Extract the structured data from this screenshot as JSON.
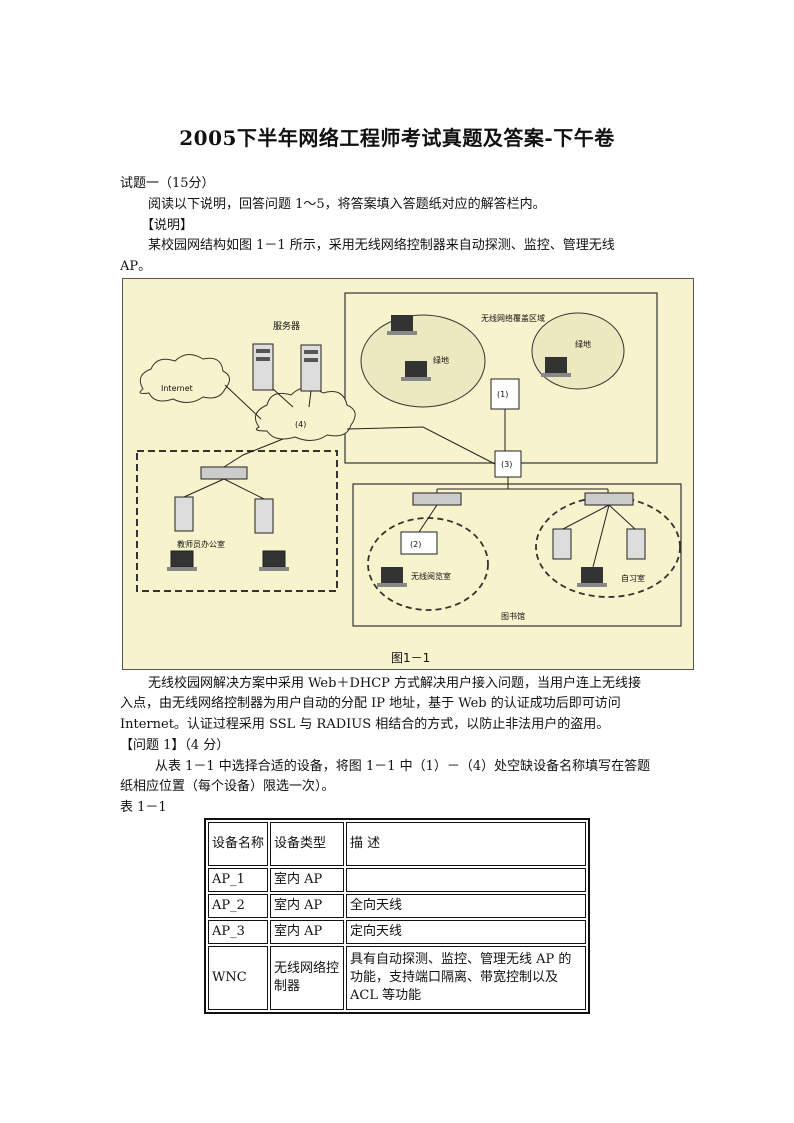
{
  "doc": {
    "title": "2005下半年网络工程师考试真题及答案-下午卷",
    "q1_header": "试题一（15分）",
    "q1_intro": "阅读以下说明，回答问题 1～5，将答案填入答题纸对应的解答栏内。",
    "section_label": "【说明】",
    "desc_line1": "某校园网结构如图 1－1 所示，采用无线网络控制器来自动探测、监控、管理无线",
    "desc_line2": "AP。",
    "after_fig_line1": "无线校园网解决方案中采用 Web＋DHCP 方式解决用户接入问题，当用户连上无线接",
    "after_fig_line2": "入点，由无线网络控制器为用户自动的分配 IP 地址，基于 Web 的认证成功后即可访问",
    "after_fig_line3": "Internet。认证过程采用 SSL 与 RADIUS 相结合的方式，以防止非法用户的盗用。",
    "question1_label": "【问题 1】（4 分）",
    "question1_line1": "从表 1－1 中选择合适的设备，将图 1－1 中（1）－（4）处空缺设备名称填写在答题",
    "question1_line2": "纸相应位置（每个设备）限选一次）。",
    "table_caption": "表 1－1"
  },
  "figure": {
    "caption": "图1－1",
    "server_label": "服务器",
    "internet_label": "Internet",
    "wireless_area_label": "无线网络覆盖区域",
    "lawn_label_1": "绿地",
    "lawn_label_2": "绿地",
    "slot_1": "(1)",
    "slot_2": "(2)",
    "slot_3": "(3)",
    "slot_4": "(4)",
    "teacher_office_label": "教师员办公室",
    "wireless_reading_label": "无线阅览室",
    "self_study_label": "自习室",
    "library_label": "图书馆"
  },
  "table": {
    "rows": [
      {
        "name": "设备名称",
        "type": "设备类型",
        "desc": "描  述"
      },
      {
        "name": "AP_1",
        "type": "室内 AP",
        "desc": ""
      },
      {
        "name": "AP_2",
        "type": "室内 AP",
        "desc": "全向天线"
      },
      {
        "name": "AP_3",
        "type": "室内 AP",
        "desc": "定向天线"
      },
      {
        "name": "WNC",
        "type": "无线网络控制器",
        "desc": "具有自动探测、监控、管理无线 AP  的功能，支持端口隔离、带宽控制以及 ACL 等功能"
      }
    ]
  }
}
